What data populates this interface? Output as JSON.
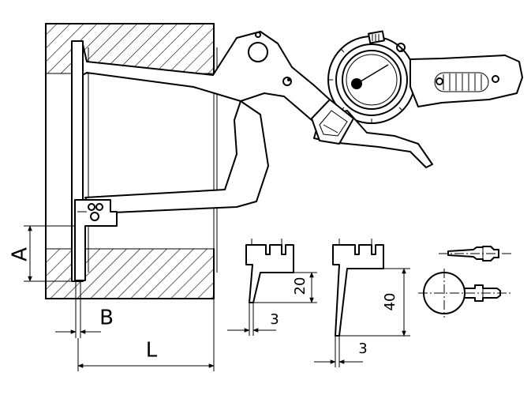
{
  "labels": {
    "A": "A",
    "B": "B",
    "L": "L",
    "tip_small_height": "20",
    "tip_small_width": "3",
    "tip_large_height": "40",
    "tip_large_width": "3"
  }
}
